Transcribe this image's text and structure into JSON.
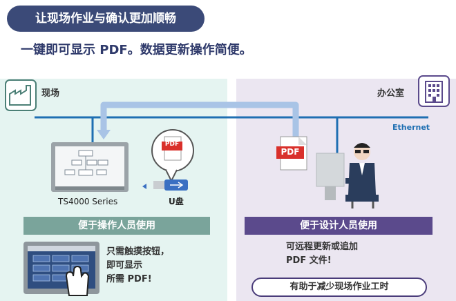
{
  "header": {
    "title": "让现场作业与确认更加顺畅",
    "subtitle": "一键即可显示 PDF。数据更新操作简便。"
  },
  "left_zone": {
    "label": "现场",
    "device_label": "TS4000 Series",
    "usb_label": "U盘",
    "pdf_badge": "PDF",
    "band": "便于操作人员使用",
    "note_lines": [
      "只需触摸按钮，",
      "即可显示",
      "所需 PDF!"
    ]
  },
  "right_zone": {
    "label": "办公室",
    "network_label": "Ethernet",
    "pdf_badge": "PDF",
    "band": "便于设计人员使用",
    "note_lines": [
      "可远程更新或追加",
      "PDF 文件!"
    ],
    "benefit": "有助于减少现场作业工时"
  },
  "colors": {
    "title_bg": "#3b4a78",
    "left_bg": "#e5f4f1",
    "right_bg": "#ebe6f1",
    "left_band": "#7aa49b",
    "right_band": "#5b4a8c",
    "ethernet": "#1f6fb2",
    "pdf_red": "#d9302b"
  }
}
